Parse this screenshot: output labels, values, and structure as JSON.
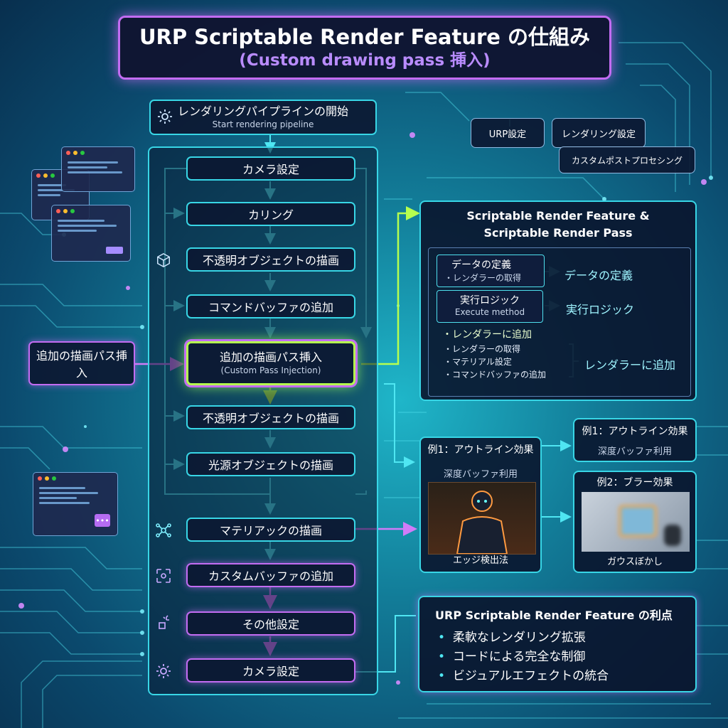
{
  "title": {
    "main": "URP Scriptable Render Feature の仕組み",
    "sub": "(Custom drawing pass 挿入)"
  },
  "start": {
    "label": "レンダリングパイプラインの開始",
    "sub": "Start rendering pipeline"
  },
  "steps": [
    {
      "label": "カメラ設定"
    },
    {
      "label": "カリング"
    },
    {
      "label": "不透明オブジェクトの描画"
    },
    {
      "label": "コマンドバッファの追加"
    },
    {
      "label": "追加の描画パス挿入",
      "sub": "(Custom Pass Injection)"
    },
    {
      "label": "不透明オブジェクトの描画"
    },
    {
      "label": "光源オブジェクトの描画"
    },
    {
      "label": "マテリアックの描画"
    },
    {
      "label": "カスタムバッファの追加"
    },
    {
      "label": "その他設定"
    },
    {
      "label": "カメラ設定"
    }
  ],
  "left_callout": {
    "label": "追加の描画パス挿入"
  },
  "settings": {
    "urp": "URP設定",
    "render": "レンダリング設定",
    "post": "カスタムポストプロセシング"
  },
  "feature": {
    "title_line1": "Scriptable Render Feature &",
    "title_line2": "Scriptable Render Pass",
    "data_def": {
      "title": "データの定義",
      "sub": "・レンダラーの取得",
      "label": "データの定義"
    },
    "exec": {
      "title": "実行ロジック",
      "sub": "Execute method",
      "label": "実行ロジック"
    },
    "add": {
      "title": "・レンダラーに追加",
      "items": [
        "・レンダラーの取得",
        "・マテリアル設定",
        "・コマンドバッファの追加"
      ],
      "label": "レンダラーに追加"
    }
  },
  "example1": {
    "title": "例1：アウトライン効果",
    "sub": "深度バッファ利用",
    "caption": "エッジ検出法"
  },
  "example1_small": {
    "title": "例1：アウトライン効果",
    "sub": "深度バッファ利用"
  },
  "example2": {
    "title": "例2：ブラー効果",
    "caption": "ガウスぼかし"
  },
  "benefits": {
    "title": "URP Scriptable Render Feature の利点",
    "items": [
      "柔軟なレンダリング拡張",
      "コードによる完全な制御",
      "ビジュアルエフェクトの統合"
    ]
  },
  "icons": {
    "start": "gear-icon",
    "opaque": "cube-icon",
    "material": "nodes-icon",
    "custom_buffer": "expand-icon",
    "other": "spark-icon",
    "camera_end": "gear-icon",
    "dialog": "dots-icon"
  },
  "colors": {
    "cyan": "#38d6e6",
    "purple": "#c36cf2",
    "green": "#b6ff4f",
    "panel": "#0c1832"
  }
}
